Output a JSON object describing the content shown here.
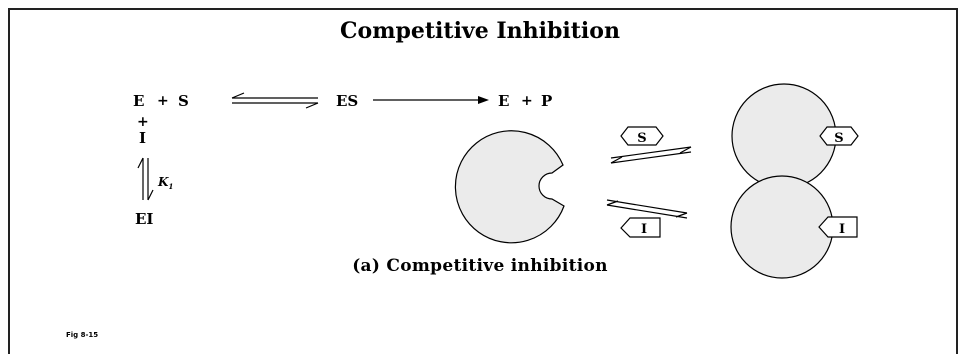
{
  "title": "Competitive Inhibition",
  "caption": "(a) Competitive inhibition",
  "fig_label": "Fig 8-15",
  "reaction": {
    "E": "E",
    "plus1": "+",
    "S": "S",
    "ES": "ES",
    "E2": "E",
    "plus2": "+",
    "P": "P",
    "plus_vertical": "+",
    "I": "I",
    "K_symbol": "K",
    "K_subscript": "1",
    "EI": "EI"
  },
  "scheme": {
    "substrate_label": "S",
    "inhibitor_label": "I",
    "bound_substrate_label": "S",
    "bound_inhibitor_label": "I"
  },
  "colors": {
    "enzyme_fill": "#ebebeb",
    "stroke": "#000000"
  }
}
